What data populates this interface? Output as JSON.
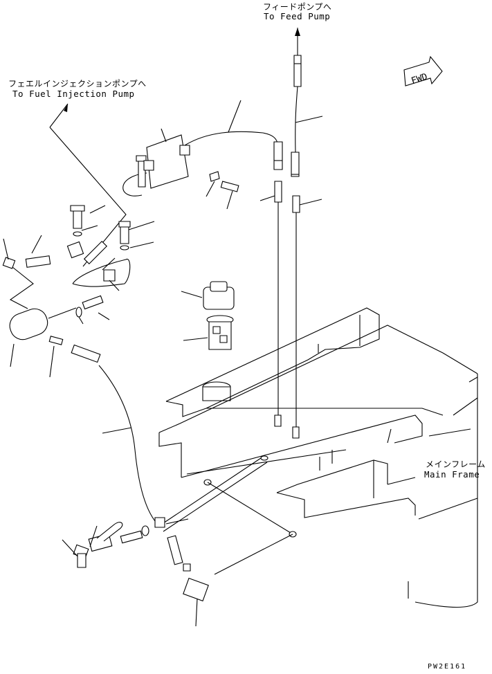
{
  "labels": {
    "feed_pump_jp": "フィードポンプへ",
    "feed_pump_en": "To Feed Pump",
    "fuel_injection_jp": "フェエルインジェクションポンプへ",
    "fuel_injection_en": "To Fuel Injection Pump",
    "main_frame_jp": "メインフレーム",
    "main_frame_en": "Main Frame",
    "fwd": "FWD",
    "drawing_code": "PW2E161"
  }
}
